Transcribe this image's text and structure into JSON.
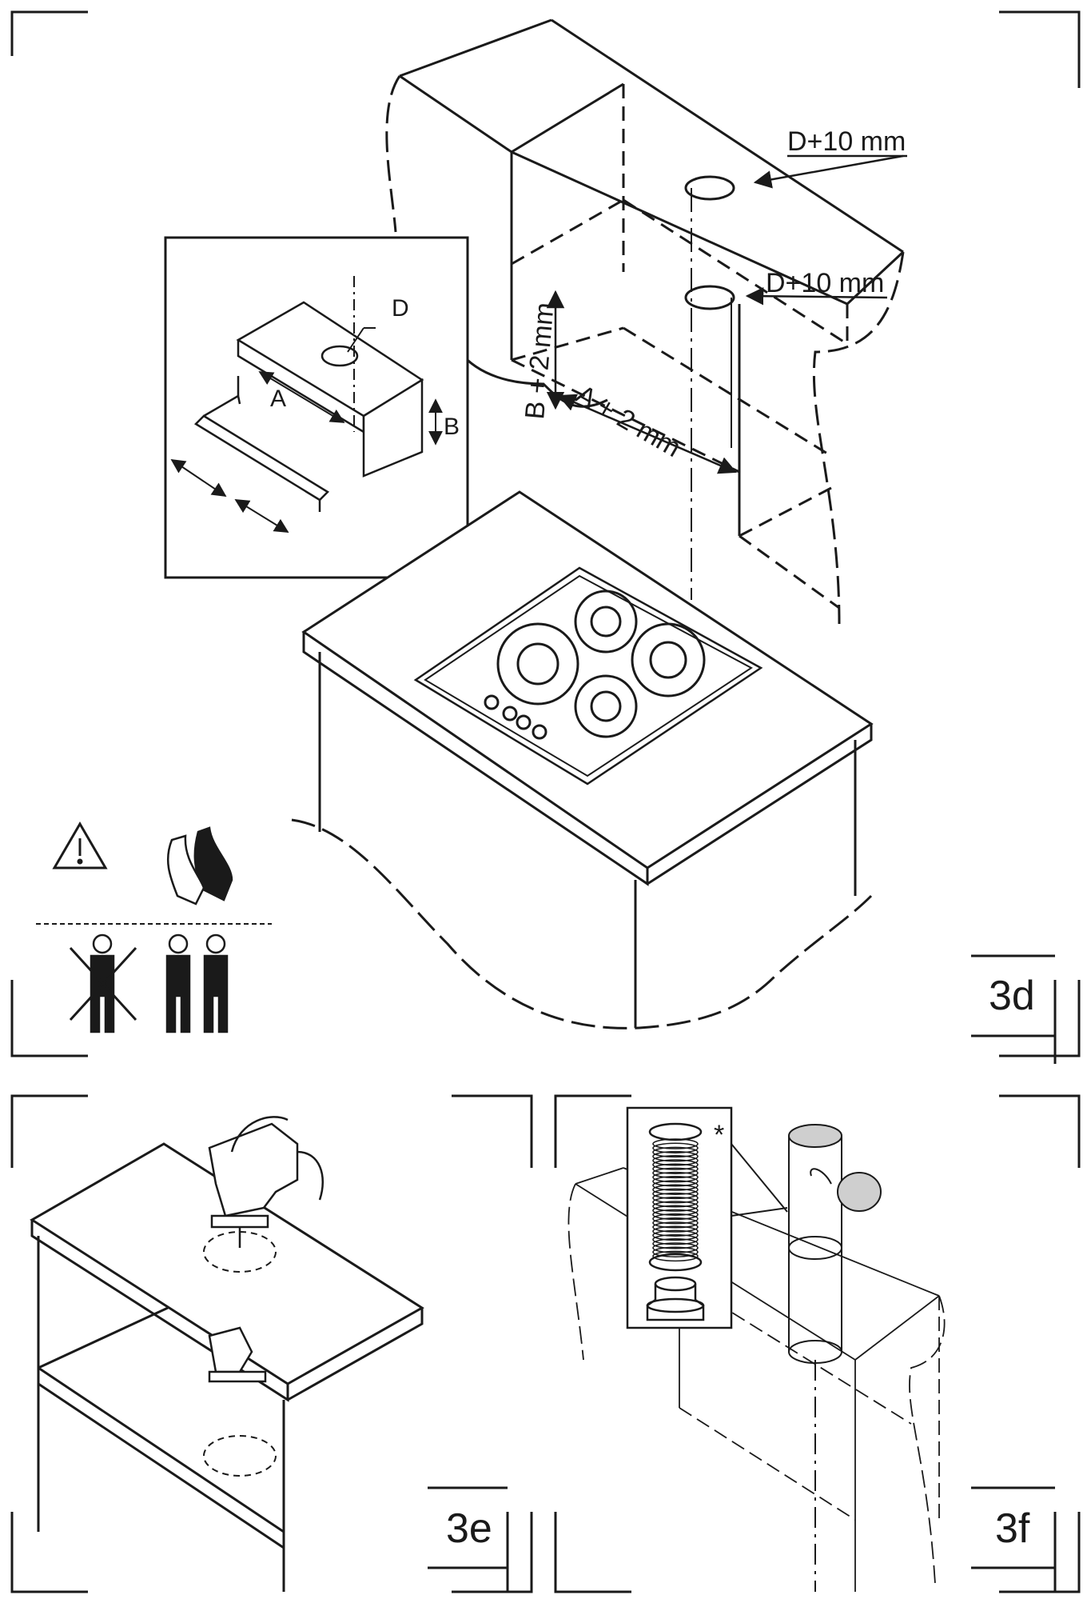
{
  "figures": [
    {
      "label": "3d"
    },
    {
      "label": "3e"
    },
    {
      "label": "3f"
    }
  ],
  "dimensions": {
    "hole_upper": "D+10 mm",
    "hole_lower": "D+10 mm",
    "height": "B + 2 mm",
    "width": "A + 2 mm"
  },
  "detail_labels": {
    "a": "A",
    "b": "B",
    "d": "D"
  },
  "kit_marker": "*",
  "icons": [
    "warning-icon",
    "gloves-icon",
    "single-installer-prohibited-icon",
    "two-installers-icon",
    "jigsaw-icon",
    "hose-clamp-icon",
    "flexible-duct-icon",
    "duct-adapter-icon"
  ]
}
